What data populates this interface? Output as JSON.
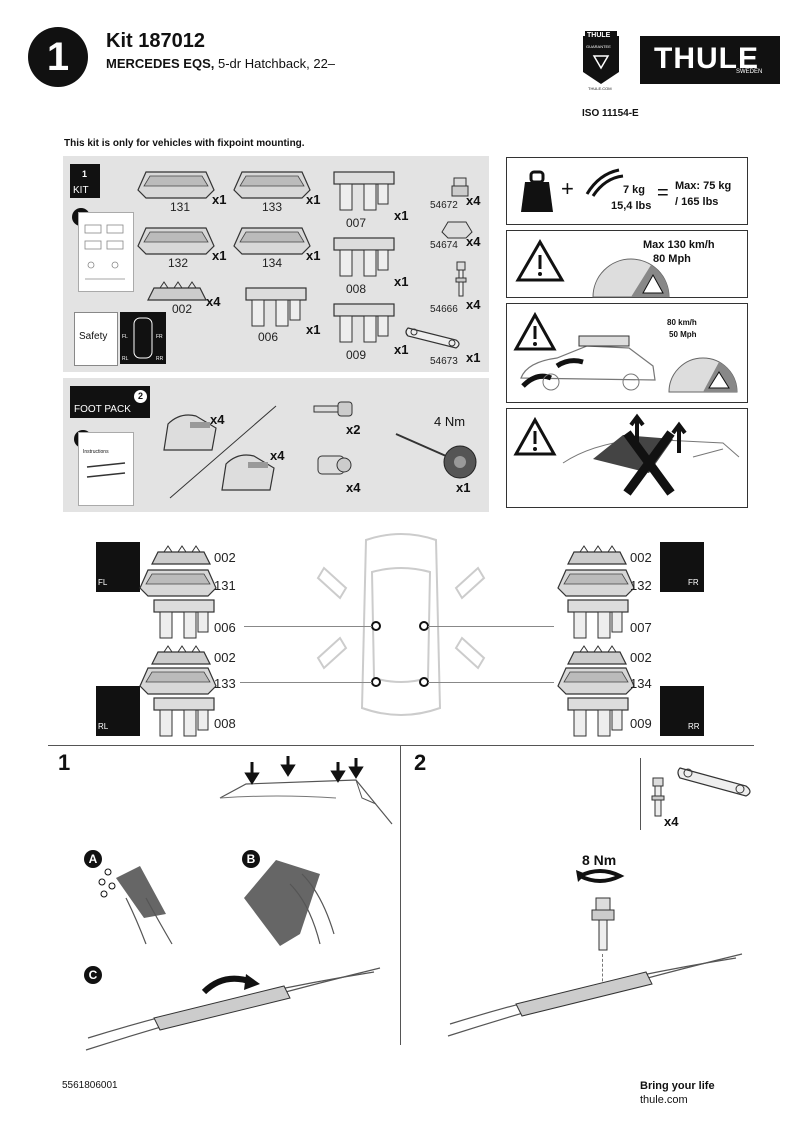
{
  "header": {
    "step_number": "1",
    "kit_title": "Kit 187012",
    "vehicle_make": "MERCEDES EQS,",
    "vehicle_desc": " 5-dr Hatchback, 22–",
    "iso": "ISO 11154-E",
    "brand_badge_text": "THULE",
    "brand_badge_sub": "GUARANTEE",
    "brand_badge_foot": "THULE.COM",
    "logo_text": "THULE",
    "logo_sub": "SWEDEN"
  },
  "notice": "This kit is only for vehicles with fixpoint mounting.",
  "kit_box": {
    "label": "KIT",
    "num": "1",
    "safety": "Safety",
    "pads": [
      {
        "code": "131",
        "qty": "x1"
      },
      {
        "code": "133",
        "qty": "x1"
      },
      {
        "code": "132",
        "qty": "x1"
      },
      {
        "code": "134",
        "qty": "x1"
      },
      {
        "code": "002",
        "qty": "x4"
      }
    ],
    "brackets": [
      {
        "code": "007",
        "qty": "x1"
      },
      {
        "code": "008",
        "qty": "x1"
      },
      {
        "code": "006",
        "qty": "x1"
      },
      {
        "code": "009",
        "qty": "x1"
      }
    ],
    "small": [
      {
        "code": "54672",
        "qty": "x4"
      },
      {
        "code": "54674",
        "qty": "x4"
      },
      {
        "code": "54666",
        "qty": "x4"
      },
      {
        "code": "54673",
        "qty": "x1"
      }
    ],
    "corner_labels": [
      "FL",
      "FR",
      "RL",
      "RR"
    ]
  },
  "foot_pack": {
    "label": "FOOT PACK",
    "num": "2",
    "instructions": "Instructions",
    "foot_qty_1": "x4",
    "foot_qty_2": "x4",
    "key_qty": "x2",
    "lock_qty": "x4",
    "torque": "4 Nm",
    "tool_qty": "x1"
  },
  "warnings": {
    "load_kg": "7 kg",
    "load_lbs": "15,4 lbs",
    "equals": "=",
    "max_load_1": "Max: 75 kg",
    "max_load_2": "/ 165 lbs",
    "speed_1": "Max  130 km/h",
    "speed_2": "80 Mph",
    "speed_load_1": "80 km/h",
    "speed_load_2": "50 Mph"
  },
  "positions": {
    "fl": {
      "corner": "FL",
      "pad": "002",
      "foot": "131",
      "bracket": "006"
    },
    "fr": {
      "corner": "FR",
      "pad": "002",
      "foot": "132",
      "bracket": "007"
    },
    "rl": {
      "corner": "RL",
      "pad": "002",
      "foot": "133",
      "bracket": "008"
    },
    "rr": {
      "corner": "RR",
      "pad": "002",
      "foot": "134",
      "bracket": "009"
    }
  },
  "step1": {
    "num": "1",
    "a": "A",
    "b": "B",
    "c": "C"
  },
  "step2": {
    "num": "2",
    "qty": "x4",
    "torque": "8 Nm"
  },
  "footer": {
    "code": "5561806001",
    "slogan": "Bring your life",
    "url": "thule.com"
  }
}
